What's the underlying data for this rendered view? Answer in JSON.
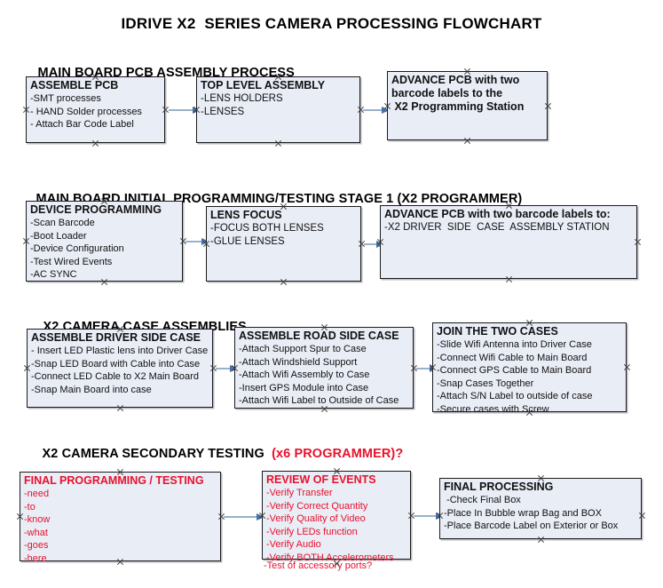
{
  "document": {
    "title": "IDRIVE X2  SERIES CAMERA PROCESSING FLOWCHART"
  },
  "colors": {
    "box_fill": "#e9edf6",
    "box_border": "#1a1a1a",
    "arrow_line": "#9bb0cb",
    "arrow_head": "#4472a8",
    "accent_red": "#e8112d",
    "text": "#111111",
    "background": "#ffffff"
  },
  "sections": [
    {
      "id": "main-board-pcb-assembly",
      "header": "MAIN BOARD PCB ASSEMBLY PROCESS",
      "header_accent": "",
      "boxes": [
        {
          "id": "assemble-pcb",
          "title": "ASSEMBLE PCB",
          "lines": [
            "-SMT processes",
            "- HAND Solder processes",
            "- Attach Bar Code Label"
          ]
        },
        {
          "id": "top-level-assembly",
          "title": "TOP LEVEL ASSEMBLY",
          "lines": [
            "-LENS HOLDERS",
            "-LENSES"
          ]
        },
        {
          "id": "advance-pcb-programming-station",
          "title": "ADVANCE PCB with two",
          "title_lines": [
            "ADVANCE PCB with two",
            "barcode labels to the",
            " X2 Programming Station"
          ],
          "lines": []
        }
      ]
    },
    {
      "id": "main-board-initial-programming",
      "header": "MAIN BOARD INITIAL PROGRAMMING/TESTING STAGE 1 (X2 PROGRAMMER)",
      "header_accent": "",
      "boxes": [
        {
          "id": "device-programming",
          "title": "DEVICE PROGRAMMING",
          "lines": [
            "-Scan Barcode",
            "-Boot Loader",
            "-Device Configuration",
            "-Test Wired Events",
            "-AC SYNC"
          ]
        },
        {
          "id": "lens-focus",
          "title": "LENS FOCUS",
          "lines": [
            "-FOCUS BOTH LENSES",
            "-GLUE LENSES"
          ]
        },
        {
          "id": "advance-pcb-driver-side-case",
          "title": "ADVANCE PCB with two barcode labels to:",
          "lines": [
            "-X2 DRIVER  SIDE  CASE  ASSEMBLY STATION"
          ]
        }
      ]
    },
    {
      "id": "x2-camera-case-assemblies",
      "header": "X2 CAMERA CASE ASSEMBLIES",
      "header_accent": "",
      "boxes": [
        {
          "id": "assemble-driver-side-case",
          "title": "ASSEMBLE DRIVER SIDE CASE",
          "lines": [
            "- Insert LED Plastic lens into Driver Case",
            "-Snap LED Board with Cable into Case",
            "-Connect LED Cable to X2 Main Board",
            "-Snap Main Board into case"
          ]
        },
        {
          "id": "assemble-road-side-case",
          "title": "ASSEMBLE ROAD SIDE CASE",
          "lines": [
            "-Attach Support Spur to Case",
            "-Attach Windshield Support",
            "-Attach Wifi Assembly to Case",
            "-Insert GPS Module into Case",
            "-Attach Wifi Label to Outside of Case"
          ]
        },
        {
          "id": "join-the-two-cases",
          "title": "JOIN THE TWO CASES",
          "lines": [
            "-Slide Wifi Antenna into Driver Case",
            "-Connect Wifi Cable to Main Board",
            "-Connect GPS Cable to Main Board",
            "-Snap Cases Together",
            "-Attach S/N Label to outside of case",
            "-Secure cases with Screw"
          ]
        }
      ]
    },
    {
      "id": "x2-camera-secondary-testing",
      "header": "X2 CAMERA SECONDARY TESTING ",
      "header_accent": " (x6 PROGRAMMER)?",
      "boxes": [
        {
          "id": "final-programming-testing",
          "title": "FINAL PROGRAMMING / TESTING",
          "lines": [
            "-need",
            "-to",
            "-know",
            "-what",
            "-goes",
            "-here"
          ]
        },
        {
          "id": "review-of-events",
          "title": "REVIEW OF EVENTS",
          "lines": [
            "-Verify Transfer",
            "-Verify Correct Quantity",
            "-Verify Quality of Video",
            "-Verify LEDs function",
            "-Verify Audio",
            "-Verify BOTH Accelerometers"
          ],
          "overflow_line": "-Test of accessory ports?"
        },
        {
          "id": "final-processing",
          "title": "FINAL PROCESSING",
          "lines": [
            " -Check Final Box",
            "-Place In Bubble wrap Bag and BOX",
            "-Place Barcode Label on Exterior or Box"
          ]
        }
      ]
    }
  ]
}
